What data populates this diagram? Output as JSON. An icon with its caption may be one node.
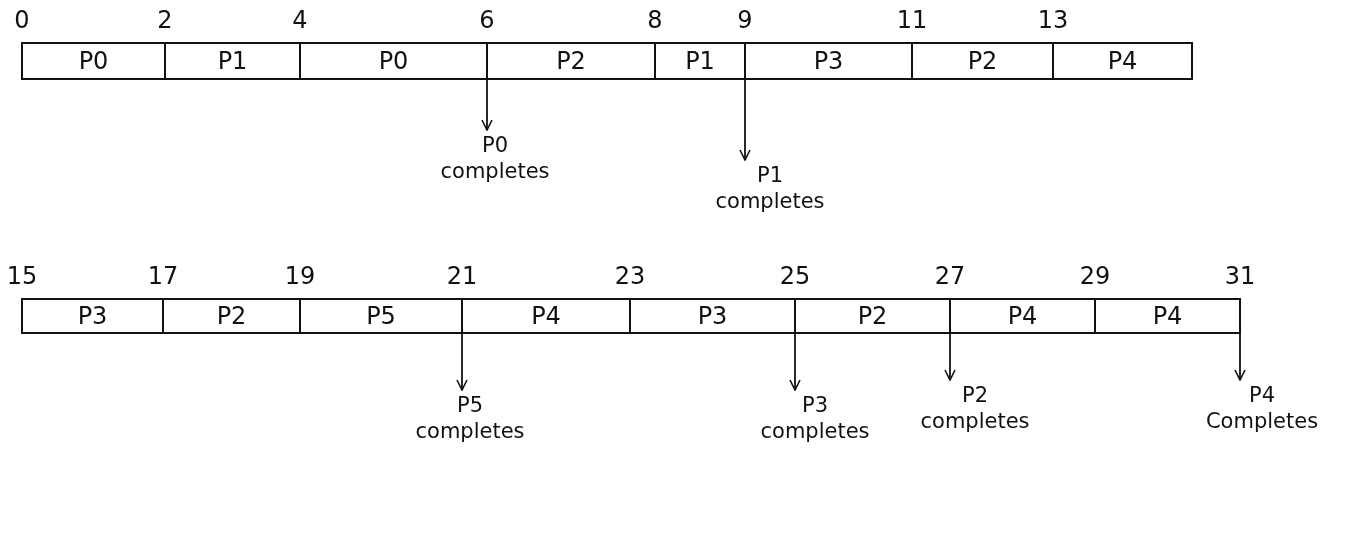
{
  "diagram": {
    "nodes": [
      {
        "text": [
          "P0"
        ]
      },
      {
        "text": [
          "P1"
        ]
      },
      {
        "text": [
          "P0"
        ]
      },
      {
        "text": [
          "P2"
        ]
      },
      {
        "text": [
          "P1"
        ]
      },
      {
        "text": [
          "P3"
        ]
      },
      {
        "text": [
          "P2"
        ]
      },
      {
        "text": [
          "P4"
        ]
      },
      {
        "text": [
          "P3"
        ]
      },
      {
        "text": [
          "P2"
        ]
      },
      {
        "text": [
          "P5"
        ]
      },
      {
        "text": [
          "P4"
        ]
      },
      {
        "text": [
          "P3"
        ]
      },
      {
        "text": [
          "P2"
        ]
      },
      {
        "text": [
          "P4"
        ]
      },
      {
        "text": [
          "P4"
        ]
      },
      {
        "text": [
          "P0 completes"
        ]
      },
      {
        "text": [
          "P1 completes"
        ]
      },
      {
        "text": [
          "P5 completes"
        ]
      },
      {
        "text": [
          "P3 completes"
        ]
      },
      {
        "text": [
          "P2 completes"
        ]
      },
      {
        "text": [
          "P4 Completes"
        ]
      }
    ],
    "edges": [
      {
        "from": 2,
        "to": 16,
        "arrow": "to"
      },
      {
        "from": 4,
        "to": 17,
        "arrow": "to"
      },
      {
        "from": 10,
        "to": 18,
        "arrow": "to"
      },
      {
        "from": 12,
        "to": 19,
        "arrow": "to"
      },
      {
        "from": 13,
        "to": 20,
        "arrow": "to"
      },
      {
        "from": 15,
        "to": 21,
        "arrow": "to"
      }
    ],
    "labels": [
      "0",
      "2",
      "4",
      "6",
      "8",
      "9",
      "11",
      "13",
      "15",
      "17",
      "19",
      "21",
      "23",
      "25",
      "27",
      "29",
      "31"
    ]
  }
}
